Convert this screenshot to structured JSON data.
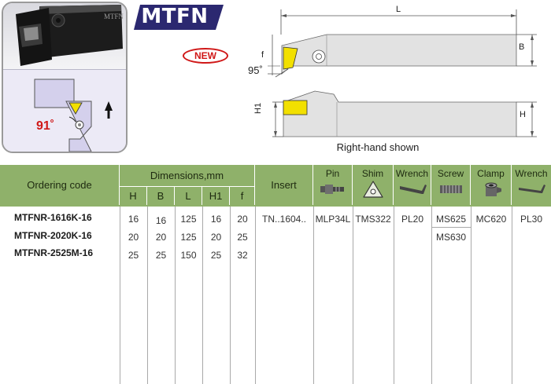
{
  "title": "MTFN",
  "new_label": "NEW",
  "angle_small": "91˚",
  "angle_big": "95˚",
  "dim_labels": {
    "L": "L",
    "B": "B",
    "f": "f",
    "H1": "H1",
    "H": "H"
  },
  "photo_logo": "MTFN",
  "caption": "Right-hand shown",
  "colors": {
    "title_bg": "#2b2870",
    "header_green": "#8fb16a",
    "insert_yellow": "#f2e000",
    "new_red": "#d01818"
  },
  "table": {
    "ordering_code_label": "Ordering code",
    "dimensions_label": "Dimensions,mm",
    "dimension_columns": [
      "H",
      "B",
      "L",
      "H1",
      "f"
    ],
    "insert_label": "Insert",
    "part_columns": [
      {
        "label": "Pin",
        "icon": "pin-icon"
      },
      {
        "label": "Shim",
        "icon": "shim-icon"
      },
      {
        "label": "Wrench",
        "icon": "wrench-icon"
      },
      {
        "label": "Screw",
        "icon": "screw-icon"
      },
      {
        "label": "Clamp",
        "icon": "clamp-icon"
      },
      {
        "label": "Wrench",
        "icon": "wrench-icon"
      }
    ],
    "rows": [
      {
        "code": "MTFNR-1616K-16",
        "H": "16",
        "B": "16",
        "L": "125",
        "H1": "16",
        "f": "20"
      },
      {
        "code": "MTFNR-2020K-16",
        "H": "20",
        "B": "20",
        "L": "125",
        "H1": "20",
        "f": "25"
      },
      {
        "code": "MTFNR-2525M-16",
        "H": "25",
        "B": "25",
        "L": "150",
        "H1": "25",
        "f": "32"
      }
    ],
    "insert": "TN..1604..",
    "pin": "MLP34L",
    "shim": "TMS322",
    "wrench1": "PL20",
    "screws": [
      "MS625",
      "MS630"
    ],
    "clamp": "MC620",
    "wrench2": "PL30"
  }
}
